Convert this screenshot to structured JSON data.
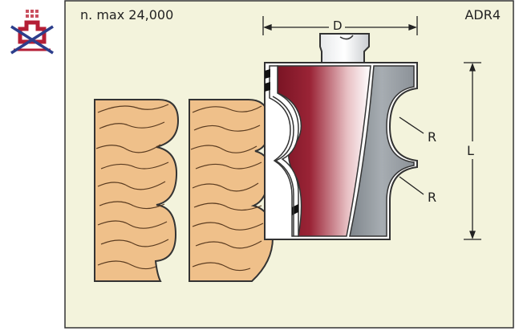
{
  "labels": {
    "speed": "n. max 24,000",
    "code": "ADR4",
    "diameter": "D",
    "radius_top": "R",
    "radius_bottom": "R",
    "length": "L"
  },
  "colors": {
    "panel": "#f3f3dc",
    "wood": "#efc08a",
    "grain": "#5a3b20",
    "cutter_red": "#8e1c2c",
    "cutter_grey": "#9da3a8",
    "icon_red": "#b41e35",
    "icon_blue": "#2c3e8c"
  },
  "icons": {
    "badge": "no-hand-feed-icon"
  }
}
